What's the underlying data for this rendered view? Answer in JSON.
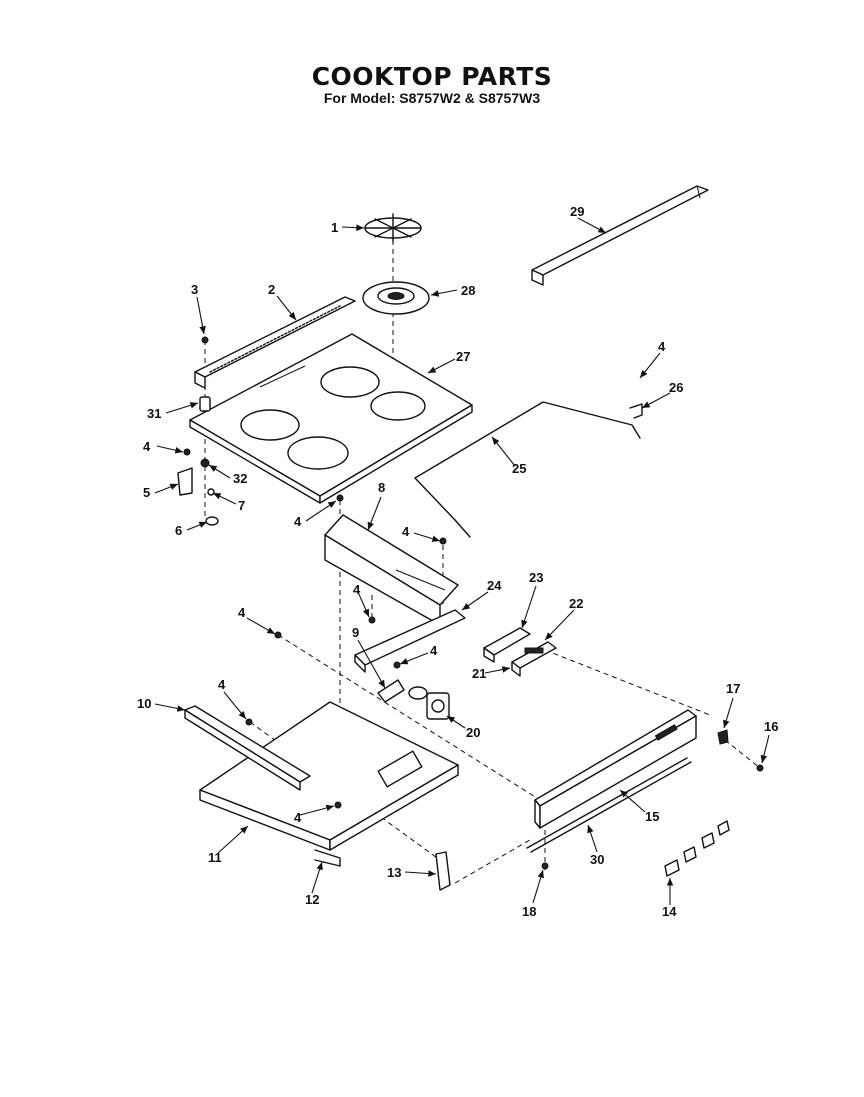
{
  "title": "COOKTOP PARTS",
  "subtitle": "For Model: S8757W2 & S8757W3",
  "part_labels": [
    "1",
    "2",
    "3",
    "4",
    "5",
    "6",
    "7",
    "8",
    "9",
    "10",
    "11",
    "12",
    "13",
    "14",
    "15",
    "16",
    "17",
    "18",
    "20",
    "21",
    "22",
    "23",
    "24",
    "25",
    "26",
    "27",
    "28",
    "29",
    "30",
    "31",
    "32"
  ]
}
